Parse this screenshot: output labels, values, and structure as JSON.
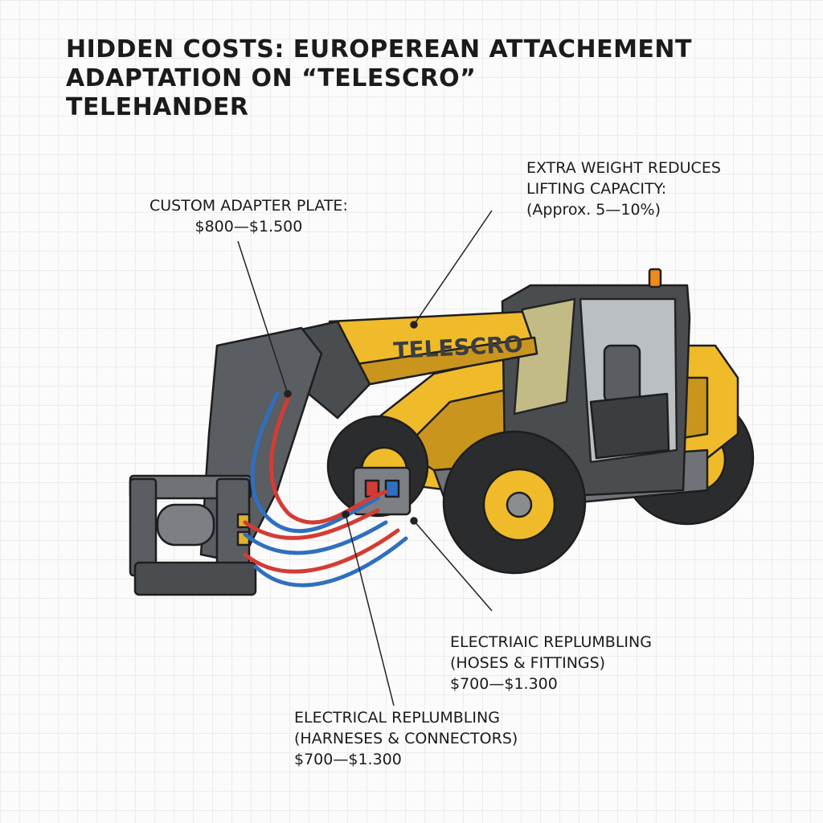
{
  "title_lines": [
    "HIDDEN COSTS: EUROPEREAN ATTACHEMENT",
    "ADAPTATION ON “TELESCRO”",
    "TELEHANDER"
  ],
  "brand_label": "TELESCRO",
  "callouts": {
    "adapter_plate": {
      "label": "CUSTOM ADAPTER PLATE:",
      "cost": "$800—$1.500"
    },
    "extra_weight": {
      "line1": "EXTRA WEIGHT REDUCES",
      "line2": "LIFTING CAPACITY:",
      "line3": "(Approx. 5—10%)"
    },
    "hydraulic": {
      "line1": "ELECTRIAIC REPLUMBLING",
      "line2": "(HOSES & FITTINGS)",
      "cost": "$700—$1.300"
    },
    "electrical": {
      "line1": "ELECTRICAL REPLUMBLING",
      "line2": "(HARNESES & CONNECTORS)",
      "cost": "$700—$1.300"
    }
  },
  "colors": {
    "body_yellow": "#f0bb2a",
    "shade_yellow": "#c9951c",
    "dark_grey": "#4a4d50",
    "frame_grey": "#6f7377",
    "tire": "#2a2c2e",
    "hose_red": "#d33c34",
    "hose_blue": "#2f6fbf",
    "beacon": "#f08a1a",
    "outline": "#1e1e1e"
  }
}
